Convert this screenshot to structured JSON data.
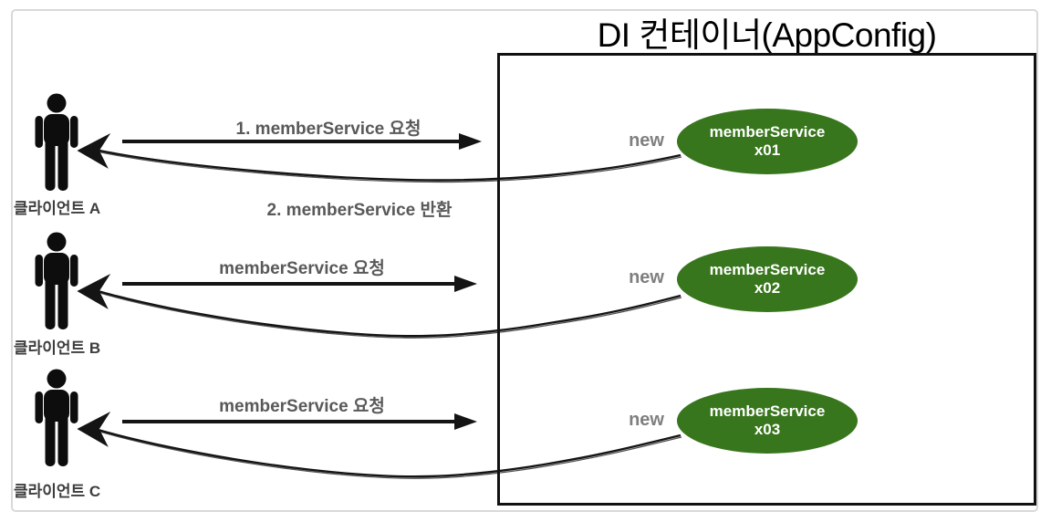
{
  "title": "DI 컨테이너(AppConfig)",
  "rows": [
    {
      "client_label": "클라이언트 A",
      "request_label": "1. memberService 요청",
      "return_label": "2. memberService 반환",
      "new_label": "new",
      "bean_name": "memberService",
      "bean_instance": "x01"
    },
    {
      "client_label": "클라이언트 B",
      "request_label": "memberService 요청",
      "new_label": "new",
      "bean_name": "memberService",
      "bean_instance": "x02"
    },
    {
      "client_label": "클라이언트 C",
      "request_label": "memberService 요청",
      "new_label": "new",
      "bean_name": "memberService",
      "bean_instance": "x03"
    }
  ],
  "colors": {
    "bean_fill": "#38761d",
    "bean_text": "#ffffff",
    "arrow_black": "#141414",
    "label_gray": "#595959",
    "client_label_gray": "#3d3d3d",
    "new_gray": "#7f7f7f",
    "container_border": "#111111",
    "outer_frame_border": "#d9d9d9"
  }
}
